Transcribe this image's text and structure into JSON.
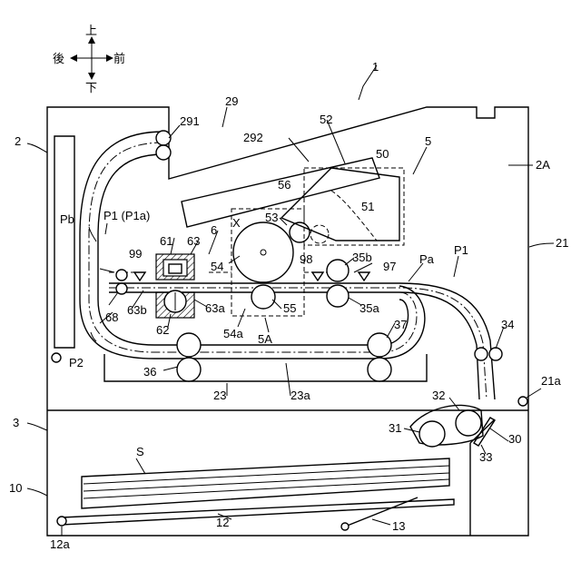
{
  "direction": {
    "up": "上",
    "down": "下",
    "rear": "後",
    "front": "前"
  },
  "refs": {
    "r1": "1",
    "r2": "2",
    "r2A": "2A",
    "r3": "3",
    "r5": "5",
    "r5A": "5A",
    "r6": "6",
    "r10": "10",
    "r12": "12",
    "r12a": "12a",
    "r13": "13",
    "r21": "21",
    "r21a": "21a",
    "r23": "23",
    "r23a": "23a",
    "r29": "29",
    "r291": "291",
    "r292": "292",
    "r30": "30",
    "r31": "31",
    "r32": "32",
    "r33": "33",
    "r34": "34",
    "r35a": "35a",
    "r35b": "35b",
    "r36": "36",
    "r37": "37",
    "r50": "50",
    "r51": "51",
    "r52": "52",
    "r53": "53",
    "r54": "54",
    "r54a": "54a",
    "r55": "55",
    "r56": "56",
    "r61": "61",
    "r62": "62",
    "r63": "63",
    "r63a": "63a",
    "r63b": "63b",
    "r68": "68",
    "r97": "97",
    "r98": "98",
    "r99": "99",
    "rX": "X",
    "rS": "S",
    "rPa": "Pa",
    "rPb": "Pb",
    "rP1": "P1",
    "rP1b": "P1",
    "rP1a": "P1 (P1a)",
    "rP2": "P2"
  }
}
